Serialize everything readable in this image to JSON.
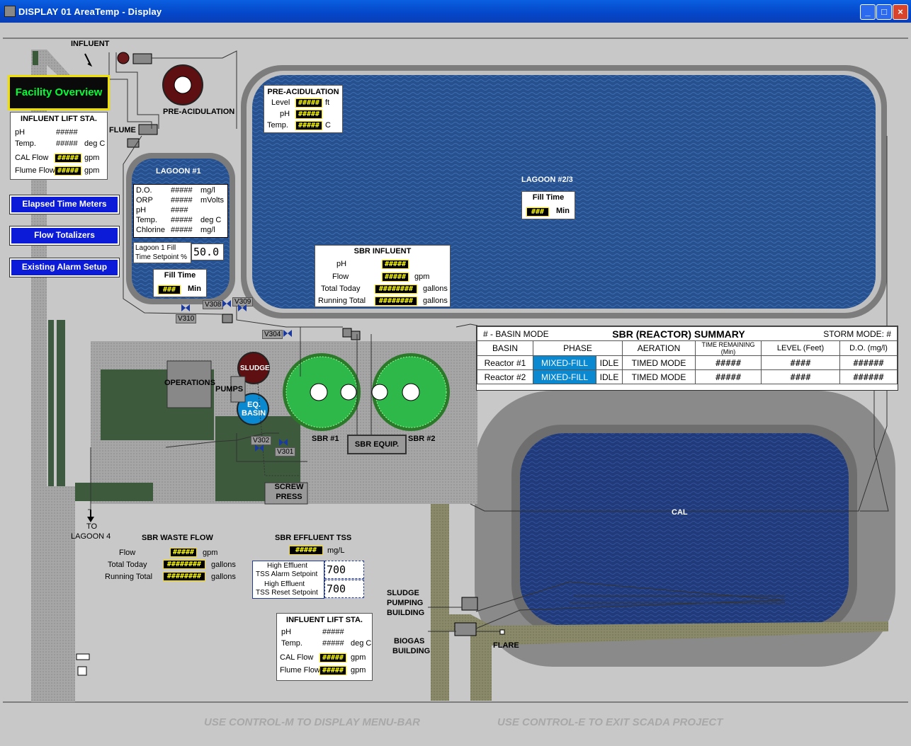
{
  "window": {
    "title": "DISPLAY 01 AreaTemp - Display",
    "min": "_",
    "max": "□",
    "close": "×"
  },
  "nav": {
    "facility": "Facility Overview",
    "elapsed": "Elapsed Time Meters",
    "flow_totalizers": "Flow Totalizers",
    "alarm_setup": "Existing Alarm Setup"
  },
  "labels": {
    "influent": "INFLUENT",
    "pre_acidulation": "PRE-ACIDULATION",
    "flume": "FLUME",
    "operations": "OPERATIONS",
    "pumps": "PUMPS",
    "sludge": "SLUDGE",
    "eq_basin_1": "EQ.",
    "eq_basin_2": "BASIN",
    "sbr1": "SBR #1",
    "sbr2": "SBR #2",
    "sbr_equip": "SBR EQUIP.",
    "screw_1": "SCREW",
    "screw_2": "PRESS",
    "to_lagoon_1": "TO",
    "to_lagoon_2": "LAGOON 4",
    "cal": "CAL",
    "flare": "FLARE",
    "sludge_bldg_1": "SLUDGE",
    "sludge_bldg_2": "PUMPING",
    "sludge_bldg_3": "BUILDING",
    "biogas_1": "BIOGAS",
    "biogas_2": "BUILDING",
    "v310": "V310",
    "v308": "V308",
    "v309": "V309",
    "v304": "V304",
    "v302": "V302",
    "v301": "V301"
  },
  "influent_lift_top": {
    "title": "INFLUENT LIFT STA.",
    "ph_label": "pH",
    "ph": "#####",
    "temp_label": "Temp.",
    "temp": "#####",
    "temp_unit": "deg C",
    "cal_label": "CAL Flow",
    "cal": "#####",
    "cal_unit": "gpm",
    "flume_label": "Flume Flow",
    "flume": "#####",
    "flume_unit": "gpm"
  },
  "lagoon1": {
    "title": "LAGOON #1",
    "rows": [
      {
        "name": "D.O.",
        "value": "#####",
        "unit": "mg/l"
      },
      {
        "name": "ORP",
        "value": "#####",
        "unit": "mVolts"
      },
      {
        "name": "pH",
        "value": "####",
        "unit": ""
      },
      {
        "name": "Temp.",
        "value": "#####",
        "unit": "deg C"
      },
      {
        "name": "Chlorine",
        "value": "#####",
        "unit": "mg/l"
      }
    ],
    "setpoint_label_1": "Lagoon 1 Fill",
    "setpoint_label_2": "Time Setpoint %",
    "setpoint": "50.0",
    "fill_title": "Fill Time",
    "fill_value": "###",
    "fill_unit": "Min"
  },
  "pre_acid": {
    "title": "PRE-ACIDULATION",
    "level_label": "Level",
    "level": "#####",
    "level_unit": "ft",
    "ph_label": "pH",
    "ph": "#####",
    "temp_label": "Temp.",
    "temp": "#####",
    "temp_unit": "C"
  },
  "lagoon23": {
    "title": "LAGOON #2/3",
    "fill_title": "Fill Time",
    "fill_value": "###",
    "fill_unit": "Min"
  },
  "sbr_influent": {
    "title": "SBR INFLUENT",
    "ph_label": "pH",
    "ph": "#####",
    "flow_label": "Flow",
    "flow": "#####",
    "flow_unit": "gpm",
    "total_label": "Total Today",
    "total": "########",
    "total_unit": "gallons",
    "running_label": "Running Total",
    "running": "########",
    "running_unit": "gallons"
  },
  "summary": {
    "basin_mode": "# - BASIN MODE",
    "title": "SBR (REACTOR) SUMMARY",
    "storm_label": "STORM MODE:",
    "storm_value": "#",
    "headers": [
      "BASIN",
      "PHASE",
      "AERATION",
      "TIME REMAINING (Min)",
      "LEVEL (Feet)",
      "D.O. (mg/l)"
    ],
    "rows": [
      {
        "basin": "Reactor #1",
        "phase": "MIXED-FILL",
        "sub": "IDLE",
        "aeration": "TIMED MODE",
        "time": "#####",
        "level": "####",
        "do": "######"
      },
      {
        "basin": "Reactor #2",
        "phase": "MIXED-FILL",
        "sub": "IDLE",
        "aeration": "TIMED MODE",
        "time": "#####",
        "level": "####",
        "do": "######"
      }
    ]
  },
  "sbr_waste": {
    "title": "SBR WASTE FLOW",
    "flow_label": "Flow",
    "flow": "#####",
    "flow_unit": "gpm",
    "total_label": "Total Today",
    "total": "########",
    "total_unit": "gallons",
    "running_label": "Running Total",
    "running": "########",
    "running_unit": "gallons"
  },
  "sbr_tss": {
    "title": "SBR EFFLUENT TSS",
    "value": "#####",
    "unit": "mg/L",
    "alarm_label_1": "High Effluent",
    "alarm_label_2": "TSS Alarm Setpoint",
    "alarm_value": "700",
    "reset_label_1": "High Effluent",
    "reset_label_2": "TSS Reset Setpoint",
    "reset_value": "700"
  },
  "influent_lift_bottom": {
    "title": "INFLUENT LIFT STA.",
    "ph_label": "pH",
    "ph": "#####",
    "temp_label": "Temp.",
    "temp": "#####",
    "temp_unit": "deg C",
    "cal_label": "CAL Flow",
    "cal": "#####",
    "cal_unit": "gpm",
    "flume_label": "Flume Flow",
    "flume": "#####",
    "flume_unit": "gpm"
  },
  "footer": {
    "left": "USE CONTROL-M TO DISPLAY MENU-BAR",
    "right": "USE CONTROL-E TO EXIT SCADA PROJECT"
  },
  "colors": {
    "lagoon_water": "#26508e",
    "cal_water": "#203a7a",
    "clarifier": "#2fb84a",
    "nav_blue": "#0b1bd8",
    "value_yellow": "#ffff00"
  }
}
